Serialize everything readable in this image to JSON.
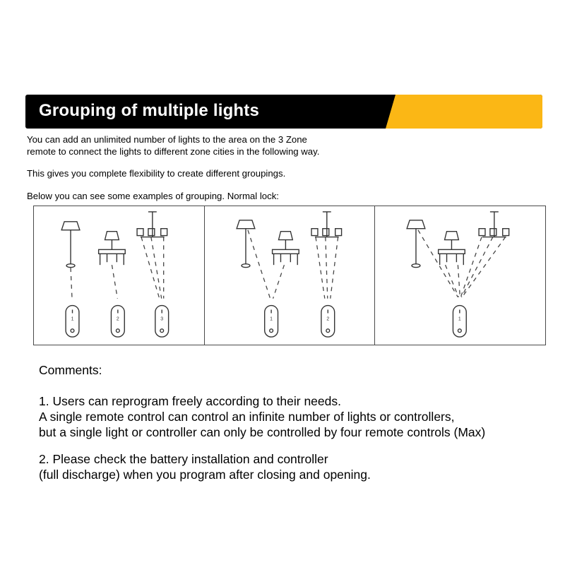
{
  "header": {
    "title": "Grouping of multiple lights",
    "accent_color": "#fbb715",
    "bar_color": "#000000"
  },
  "intro": {
    "line1": "You can add an unlimited number of lights to the area on the 3 Zone\nremote to connect the lights to different zone cities in the following way.",
    "line2": "This gives you complete flexibility to create different groupings.",
    "line3": "Below you can see some examples of grouping. Normal lock:"
  },
  "examples": [
    {
      "remote_labels": [
        "1",
        "2",
        "3"
      ]
    },
    {
      "remote_labels": [
        "1",
        "2"
      ]
    },
    {
      "remote_labels": [
        "1"
      ]
    }
  ],
  "comments": {
    "heading": "Comments:",
    "item1": "1. Users can reprogram freely according to their needs.\nA single remote control can control an infinite number of lights or controllers,\nbut a single light or controller can only be controlled by four remote controls (Max)",
    "item2": "2. Please check the battery installation and controller\n(full discharge) when you program after closing and opening."
  }
}
